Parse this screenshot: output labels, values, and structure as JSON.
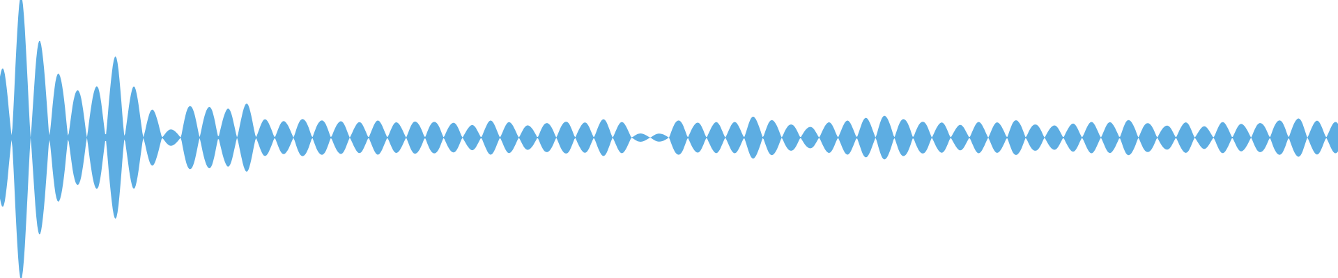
{
  "waveform": {
    "color": "#5dade2",
    "background": "#ffffff",
    "node_amplitudes": [
      0.49,
      1.0,
      0.7,
      0.48,
      0.36,
      0.38,
      0.58,
      0.36,
      0.2,
      0.06,
      0.24,
      0.23,
      0.21,
      0.24,
      0.13,
      0.12,
      0.14,
      0.13,
      0.12,
      0.11,
      0.12,
      0.11,
      0.12,
      0.12,
      0.11,
      0.09,
      0.12,
      0.11,
      0.09,
      0.11,
      0.12,
      0.11,
      0.13,
      0.11,
      0.03,
      0.03,
      0.13,
      0.11,
      0.11,
      0.11,
      0.15,
      0.13,
      0.1,
      0.08,
      0.11,
      0.12,
      0.14,
      0.16,
      0.14,
      0.12,
      0.11,
      0.09,
      0.11,
      0.11,
      0.13,
      0.1,
      0.09,
      0.1,
      0.11,
      0.11,
      0.13,
      0.11,
      0.09,
      0.11,
      0.08,
      0.11,
      0.1,
      0.11,
      0.13,
      0.14,
      0.12,
      0.11
    ]
  }
}
